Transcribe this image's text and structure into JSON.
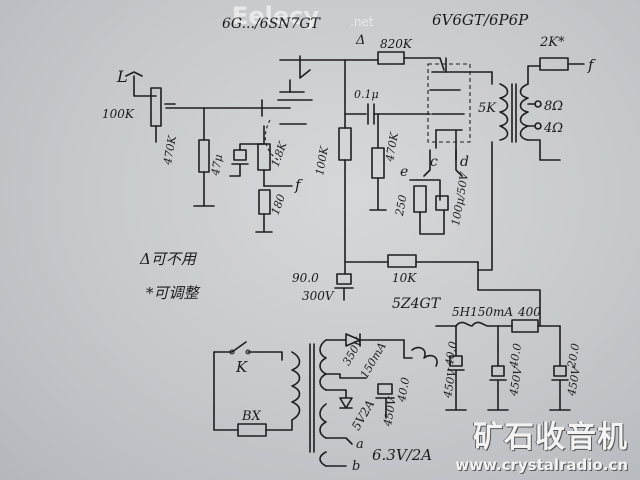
{
  "watermark_top": "Eelecy",
  "watermark_top_suffix": ".net",
  "tube_labels": {
    "preamp": "6G.../6SN7GT",
    "power": "6V6GT/6P6P",
    "rectifier": "5Z4GT"
  },
  "resistors": {
    "r_820k": "820K",
    "r_2k": "2K*",
    "r_100k_vol": "100K",
    "r_470k_a": "470K",
    "r_1_8k": "1.8K",
    "r_180": "180",
    "r_100k_plate": "100K",
    "r_470k_b": "470K",
    "r_250": "250",
    "r_10k": "10K",
    "r_400": "400"
  },
  "capacitors": {
    "c_47u": "47μ",
    "c_0_1u": "0.1μ",
    "c_100u": "100μ/50V",
    "c_90u": "90.0",
    "c_90v": "300V",
    "c_rect_40": "40.0",
    "c_rect_40v": "450V",
    "c_filt_40": "40.0",
    "c_filt_40v": "450V",
    "c_filt2_40": "40.0",
    "c_filt2_40v": "450V",
    "c_last_20": "20.0",
    "c_last_20v": "450V"
  },
  "labels": {
    "input": "L",
    "transformer_out": "5K",
    "tap_8": "8Ω",
    "tap_4": "4Ω",
    "feedback_f1": "f",
    "feedback_f2": "f",
    "node_c": "c",
    "node_d": "d",
    "node_e": "e",
    "delta_top": "Δ",
    "note1": "Δ可不用",
    "note2": "*可调整",
    "switch": "K",
    "fuse": "BX",
    "choke": "5H150mA",
    "sec_hv": "350V",
    "sec_hv_ma": "150mA",
    "sec_5v": "5V2A",
    "sec_a": "a",
    "sec_b": "b",
    "sec_heater": "6.3V/2A"
  },
  "footer": {
    "site_name": "矿石收音机",
    "site_url": "www.crystalradio.cn"
  }
}
